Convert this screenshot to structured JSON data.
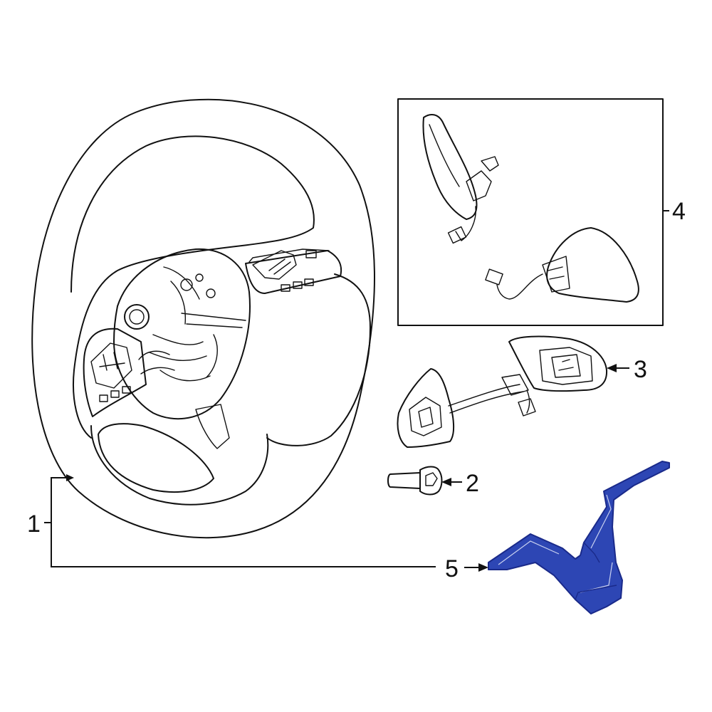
{
  "diagram": {
    "callouts": [
      {
        "id": "steering-wheel",
        "label": "1"
      },
      {
        "id": "bolt",
        "label": "2"
      },
      {
        "id": "switch-assembly",
        "label": "3"
      },
      {
        "id": "switch-kit-box",
        "label": "4"
      },
      {
        "id": "lower-cover",
        "label": "5"
      }
    ]
  },
  "colors": {
    "line": "#111111",
    "highlight_fill": "#2d46b4",
    "highlight_stroke": "#1a2a8a",
    "background": "#ffffff"
  }
}
